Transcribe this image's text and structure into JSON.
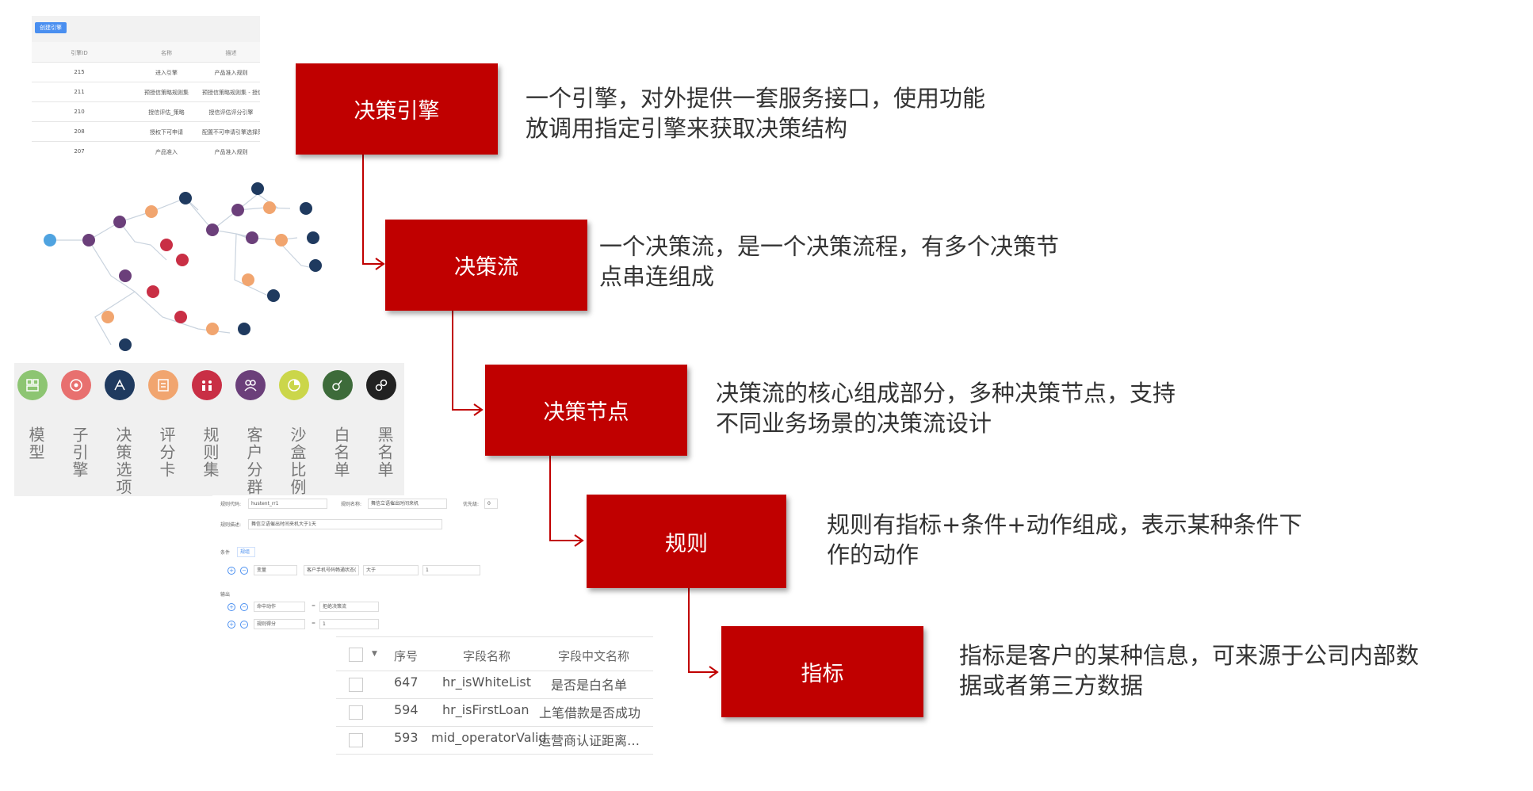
{
  "flow": [
    {
      "label": "决策引擎",
      "desc": [
        "一个引擎，对外提供一套服务接口，使用功能",
        "放调用指定引擎来获取决策结构"
      ]
    },
    {
      "label": "决策流",
      "desc": [
        "一个决策流，是一个决策流程，有多个决策节",
        "点串连组成"
      ]
    },
    {
      "label": "决策节点",
      "desc": [
        "决策流的核心组成部分，多种决策节点，支持",
        "不同业务场景的决策流设计"
      ]
    },
    {
      "label": "规则",
      "desc": [
        "规则有指标+条件+动作组成，表示某种条件下",
        "作的动作"
      ]
    },
    {
      "label": "指标",
      "desc": [
        "指标是客户的某种信息，可来源于公司内部数",
        "据或者第三方数据"
      ]
    }
  ],
  "engine_table": {
    "button": "创建引擎",
    "headers": [
      "引擎ID",
      "名称",
      "描述"
    ],
    "rows": [
      [
        "215",
        "进入引擎",
        "产品准入规则"
      ],
      [
        "211",
        "预授信策略规则集",
        "预授信策略规则集 - 授信金额节"
      ],
      [
        "210",
        "授信评估_策略",
        "授信评估评分引擎"
      ],
      [
        "208",
        "授权下可申请",
        "配置不可申请引擎选择策略"
      ],
      [
        "207",
        "产品准入",
        "产品准入规则"
      ]
    ]
  },
  "node_types": [
    {
      "label": "模型",
      "color": "#8dc572",
      "icon": "model-icon"
    },
    {
      "label": "子引擎",
      "color": "#e8706f",
      "icon": "sub-engine-icon"
    },
    {
      "label": "决策选项",
      "color": "#1f3a5f",
      "icon": "decision-option-icon"
    },
    {
      "label": "评分卡",
      "color": "#f1a56f",
      "icon": "scorecard-icon"
    },
    {
      "label": "规则集",
      "color": "#c92f45",
      "icon": "ruleset-icon"
    },
    {
      "label": "客户分群",
      "color": "#6b3f7a",
      "icon": "customer-group-icon"
    },
    {
      "label": "沙盒比例",
      "color": "#cbd64a",
      "icon": "sandbox-icon"
    },
    {
      "label": "白名单",
      "color": "#3d6b3a",
      "icon": "whitelist-icon"
    },
    {
      "label": "黑名单",
      "color": "#222222",
      "icon": "blacklist-icon"
    }
  ],
  "rule_form": {
    "code_label": "规则代码:",
    "code_value": "hustent_rr1",
    "name_label": "规则名称:",
    "name_value": "舞信立语催出时间来机",
    "priority_label": "优先级:",
    "priority_value": "0",
    "desc_label": "规则描述:",
    "desc_value": "舞信立语催出时间来机大于1天",
    "cond_label": "条件",
    "cond_tab": "规组",
    "cond_row": [
      "变量",
      "客户手机号码畅通状态(",
      "大于",
      "1"
    ],
    "output_label": "输出",
    "output_rows": [
      [
        "命中动作",
        "=",
        "拒绝决策流"
      ],
      [
        "规则得分",
        "=",
        "1"
      ]
    ]
  },
  "field_table": {
    "headers": [
      "序号",
      "字段名称",
      "字段中文名称"
    ],
    "rows": [
      [
        "647",
        "hr_isWhiteList",
        "是否是白名单"
      ],
      [
        "594",
        "hr_isFirstLoan",
        "上笔借款是否成功"
      ],
      [
        "593",
        "mid_operatorValid",
        "运营商认证距离…"
      ]
    ]
  },
  "colors": {
    "box": "#c00000",
    "connector": "#c00000"
  }
}
